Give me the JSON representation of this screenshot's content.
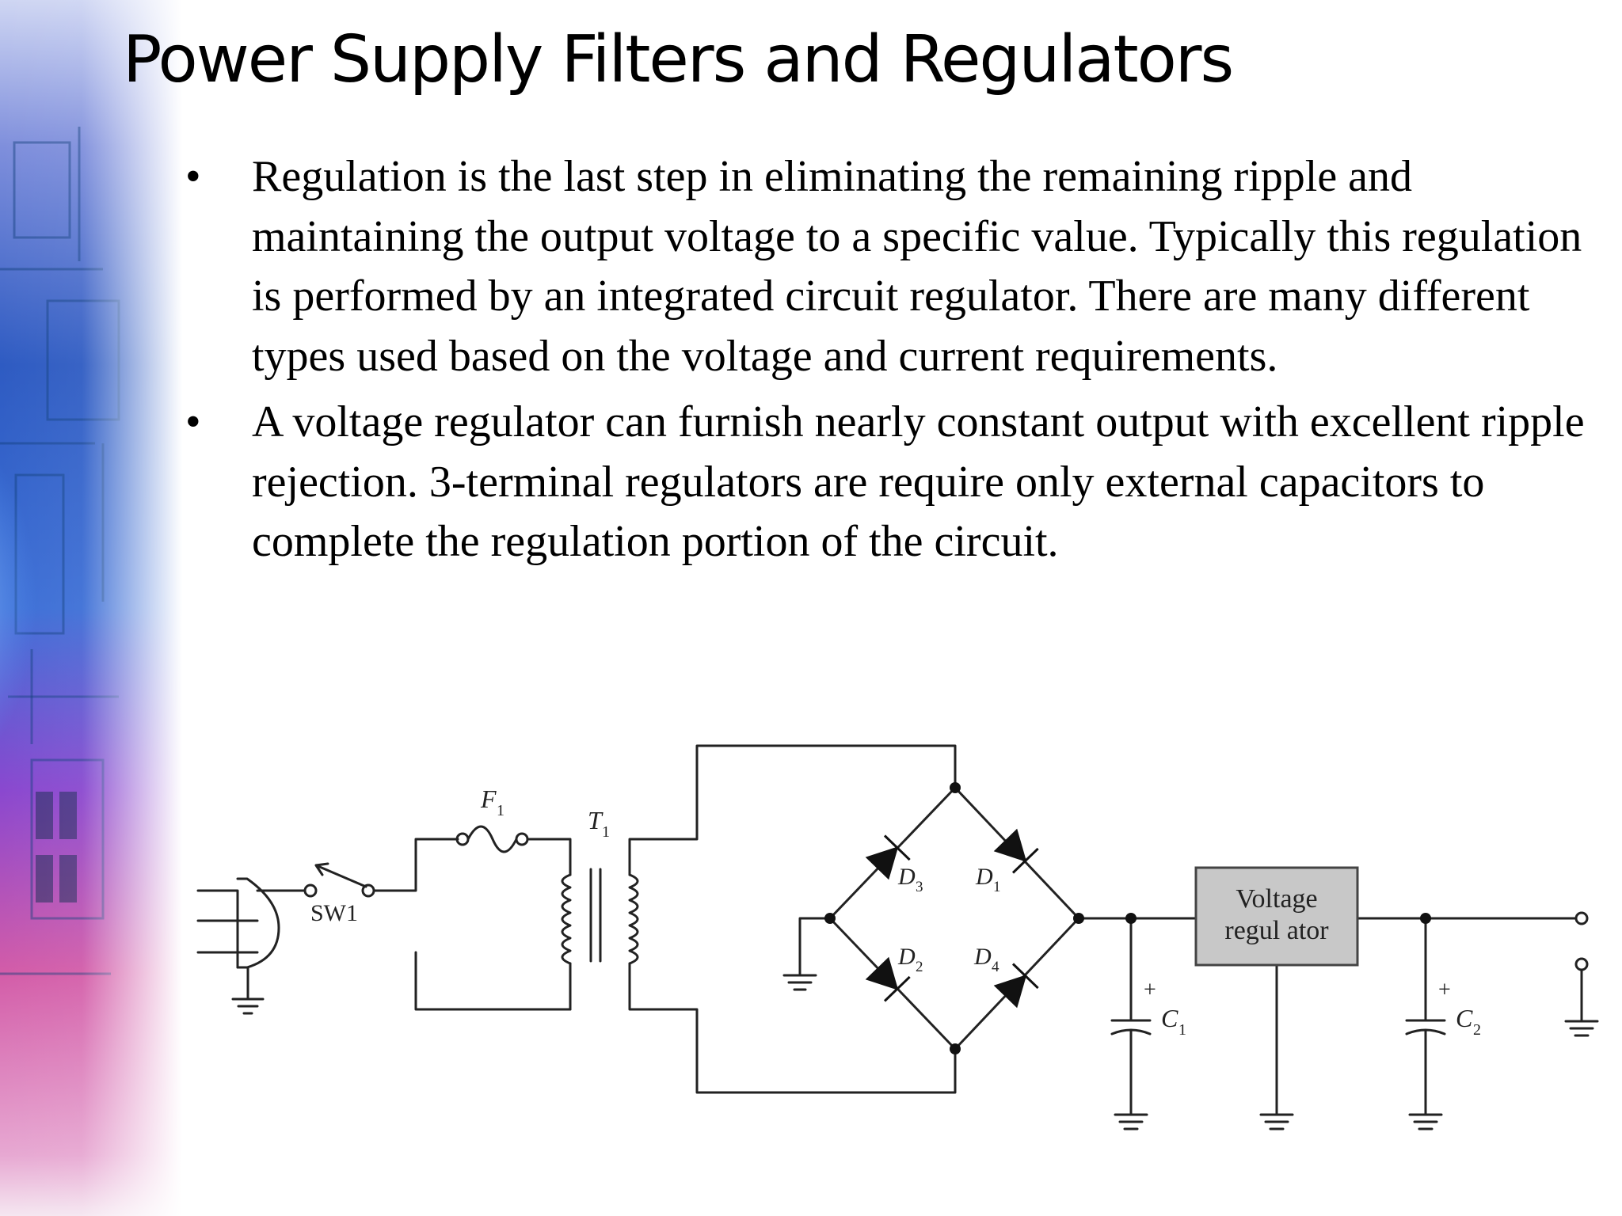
{
  "slide": {
    "title": "Power Supply Filters and Regulators",
    "bullet_symbol": "•",
    "bullets": [
      "Regulation is the last step in eliminating the remaining ripple and maintaining the output voltage to a specific value. Typically this regulation is performed by an integrated circuit regulator. There are many different types used based on the voltage and current requirements.",
      "A voltage regulator can furnish nearly constant output with excellent ripple rejection. 3-terminal regulators are require only external capacitors to complete the regulation portion of the circuit."
    ]
  },
  "circuit": {
    "switch_label": "SW1",
    "fuse_label": "F",
    "fuse_sub": "1",
    "transformer_label": "T",
    "transformer_sub": "1",
    "diodes": [
      {
        "label": "D",
        "sub": "3"
      },
      {
        "label": "D",
        "sub": "1"
      },
      {
        "label": "D",
        "sub": "2"
      },
      {
        "label": "D",
        "sub": "4"
      }
    ],
    "regulator_line1": "Voltage",
    "regulator_line2": "regul ator",
    "cap1_label": "C",
    "cap1_sub": "1",
    "cap2_label": "C",
    "cap2_sub": "2",
    "plus_sign": "+"
  },
  "colors": {
    "sidebar_blue": "#2a5fd0",
    "sidebar_purple": "#9a4ad8",
    "sidebar_pink": "#d85aa8",
    "regulator_fill": "#c8c8c8"
  }
}
